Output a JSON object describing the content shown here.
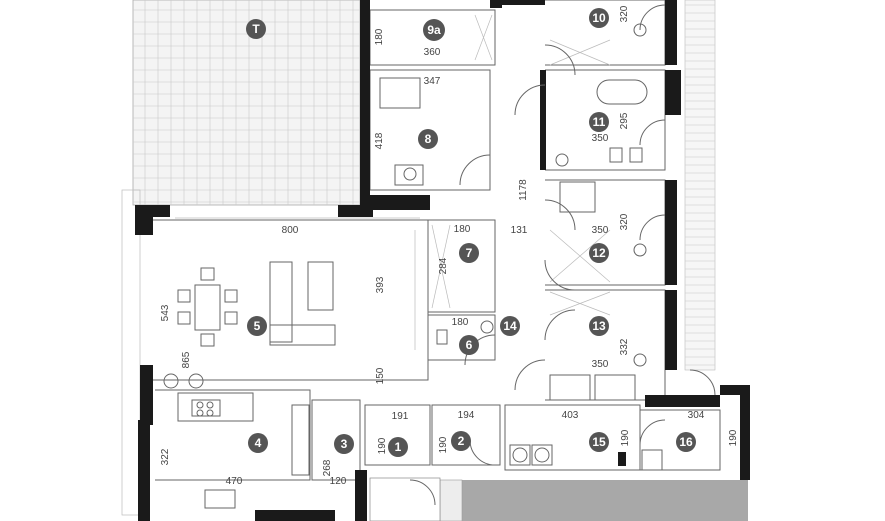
{
  "rooms": [
    {
      "id": "T",
      "label": "T"
    },
    {
      "id": "1",
      "label": "1"
    },
    {
      "id": "2",
      "label": "2"
    },
    {
      "id": "3",
      "label": "3"
    },
    {
      "id": "4",
      "label": "4"
    },
    {
      "id": "5",
      "label": "5"
    },
    {
      "id": "6",
      "label": "6"
    },
    {
      "id": "7",
      "label": "7"
    },
    {
      "id": "8",
      "label": "8"
    },
    {
      "id": "9a",
      "label": "9a"
    },
    {
      "id": "10",
      "label": "10"
    },
    {
      "id": "11",
      "label": "11"
    },
    {
      "id": "12",
      "label": "12"
    },
    {
      "id": "13",
      "label": "13"
    },
    {
      "id": "14",
      "label": "14"
    },
    {
      "id": "15",
      "label": "15"
    },
    {
      "id": "16",
      "label": "16"
    }
  ],
  "dimensions": {
    "d180_top": "180",
    "d360": "360",
    "d320_top": "320",
    "d347": "347",
    "d418": "418",
    "d1178": "1178",
    "d295": "295",
    "d350_a": "350",
    "d180_mid": "180",
    "d131": "131",
    "d320_mid": "320",
    "d350_b": "350",
    "d800": "800",
    "d284": "284",
    "d393": "393",
    "d543": "543",
    "d180_small": "180",
    "d332": "332",
    "d865": "865",
    "d350_c": "350",
    "d150": "150",
    "d191": "191",
    "d194": "194",
    "d403": "403",
    "d304": "304",
    "d190_a": "190",
    "d190_b": "190",
    "d190_c": "190",
    "d190_d": "190",
    "d322": "322",
    "d268": "268",
    "d470": "470",
    "d120": "120"
  },
  "colors": {
    "wall": "#1a1a1a",
    "badge": "#555555",
    "garage": "#a8a8a8",
    "line": "#666666"
  }
}
